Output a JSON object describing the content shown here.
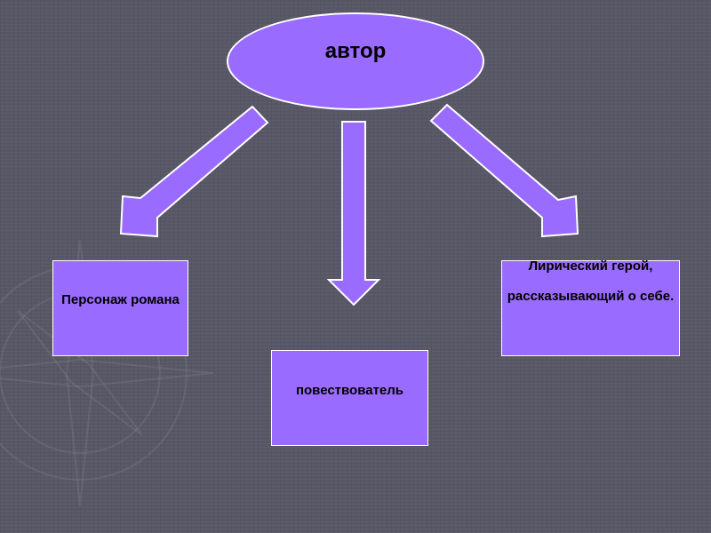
{
  "diagram": {
    "root": {
      "label": "автор"
    },
    "children": [
      {
        "id": "left",
        "label": "Персонаж романа"
      },
      {
        "id": "middle",
        "label": "повествователь"
      },
      {
        "id": "right",
        "line1": "Лирический герой,",
        "line2": "рассказывающий о себе."
      }
    ]
  },
  "colors": {
    "background": "#575766",
    "node_fill": "#9a6bff",
    "node_border": "#ffffff",
    "text": "#000000"
  }
}
